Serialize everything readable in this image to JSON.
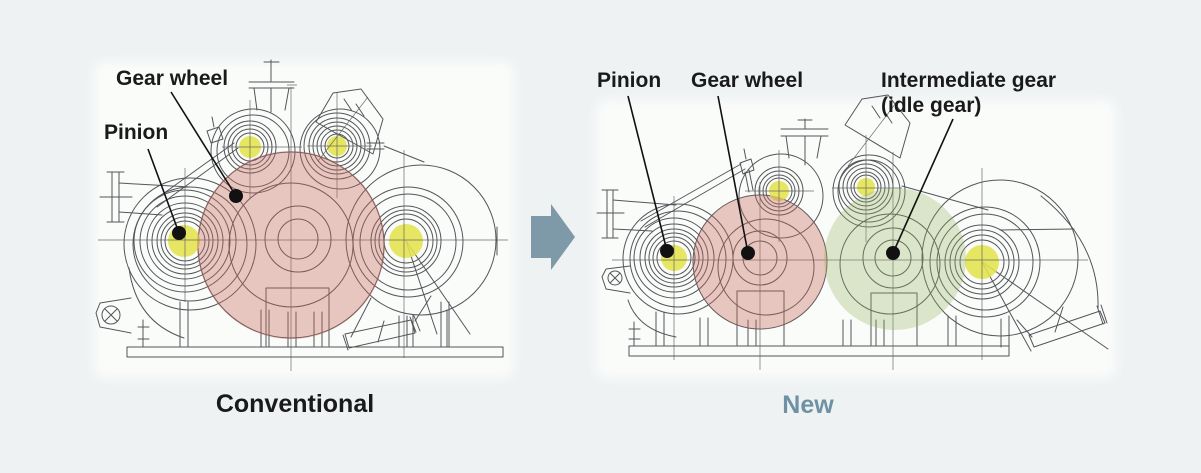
{
  "figure": {
    "description": "Comparison diagram of blower gear layouts: conventional single large gear wheel versus new design with smaller gear wheel plus intermediate (idle) gear"
  },
  "colors": {
    "background": "#eef2f3",
    "panel_backing": "#fcfdfb",
    "drawing_line": "#54555a",
    "gear_wheel_pink": "rgba(198,103,88,0.36)",
    "intermediate_green": "rgba(148,176,92,0.30)",
    "shaft_yellow": "#e3e24d",
    "ink": "#111111",
    "label_text": "#1a1a1a",
    "arrow_blue": "#7e9aa9",
    "new_caption_blue": "#6e92a4"
  },
  "panels": {
    "conventional": {
      "caption": "Conventional",
      "labels": {
        "gear_wheel": "Gear wheel",
        "pinion": "Pinion"
      },
      "highlights": {
        "gear_wheel": "pink circle (large gear wheel)",
        "shafts": "yellow shaft centers"
      }
    },
    "new": {
      "caption": "New",
      "labels": {
        "pinion": "Pinion",
        "gear_wheel": "Gear wheel",
        "intermediate_gear_line1": "Intermediate gear",
        "intermediate_gear_line2": "(idle gear)"
      },
      "highlights": {
        "gear_wheel": "pink circle (smaller gear wheel)",
        "intermediate_gear": "green circle (idle gear)",
        "shafts": "yellow shaft centers"
      }
    }
  },
  "icons": {
    "transition_arrow": "right-arrow"
  }
}
